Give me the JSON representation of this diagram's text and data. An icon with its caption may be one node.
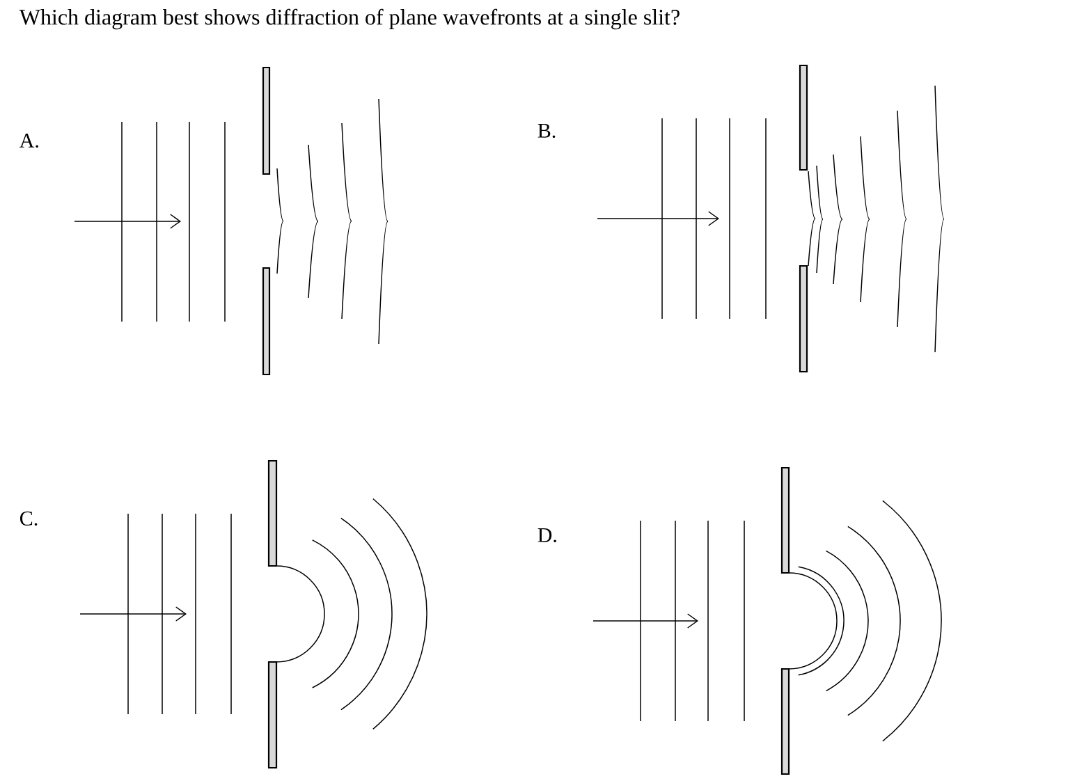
{
  "diagram": {
    "title": "Which diagram best shows diffraction of plane wavefronts at a single slit?",
    "labels": [
      "A.",
      "B.",
      "C.",
      "D."
    ]
  }
}
